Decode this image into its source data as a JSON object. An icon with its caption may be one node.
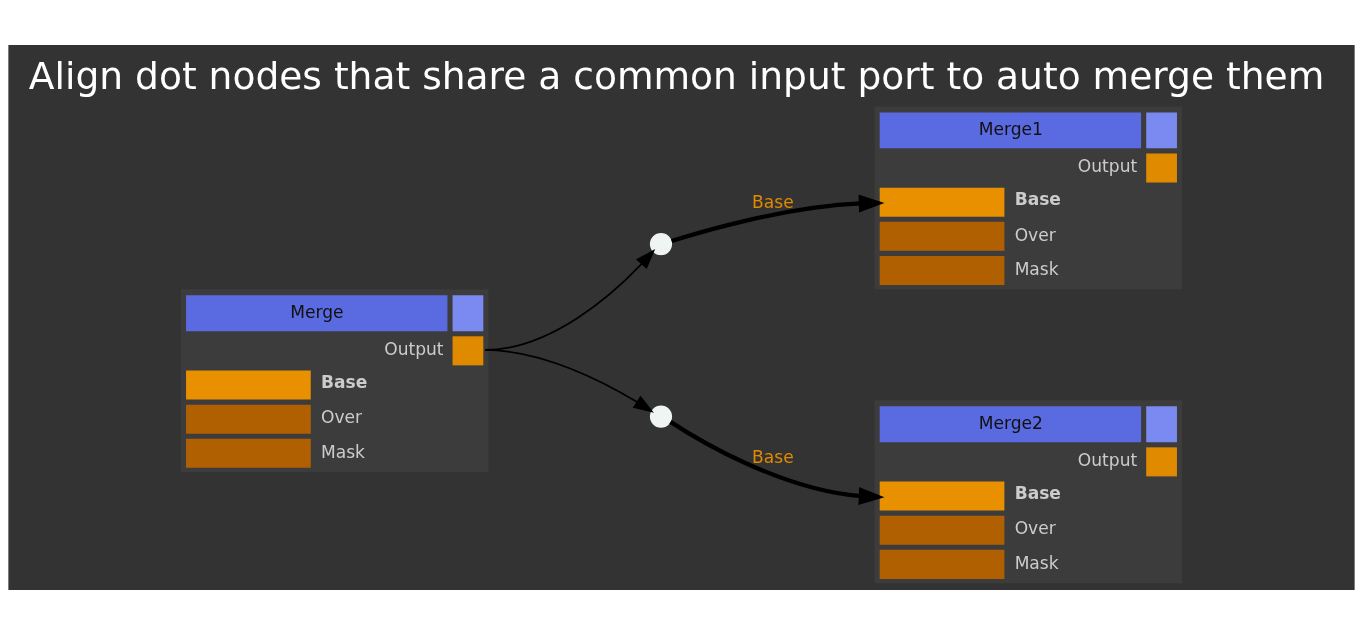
{
  "diagram": {
    "title": "Align dot nodes that share a common input port to auto merge them",
    "nodes": [
      {
        "text": [
          "Merge",
          "Output",
          "Base",
          "Over",
          "Mask"
        ]
      },
      {
        "text": [],
        "shape": "circle"
      },
      {
        "text": [
          "Merge1",
          "Output",
          "Base",
          "Over",
          "Mask"
        ]
      },
      {
        "text": [],
        "shape": "circle"
      },
      {
        "text": [
          "Merge2",
          "Output",
          "Base",
          "Over",
          "Mask"
        ]
      }
    ],
    "edges": [
      {
        "from": 0,
        "to": 1,
        "arrow": "to"
      },
      {
        "from": 1,
        "to": 2,
        "arrow": "to",
        "label": "Base",
        "style": "thick"
      },
      {
        "from": 0,
        "to": 3,
        "arrow": "to"
      },
      {
        "from": 3,
        "to": 4,
        "arrow": "to",
        "label": "Base",
        "style": "thick"
      }
    ]
  }
}
